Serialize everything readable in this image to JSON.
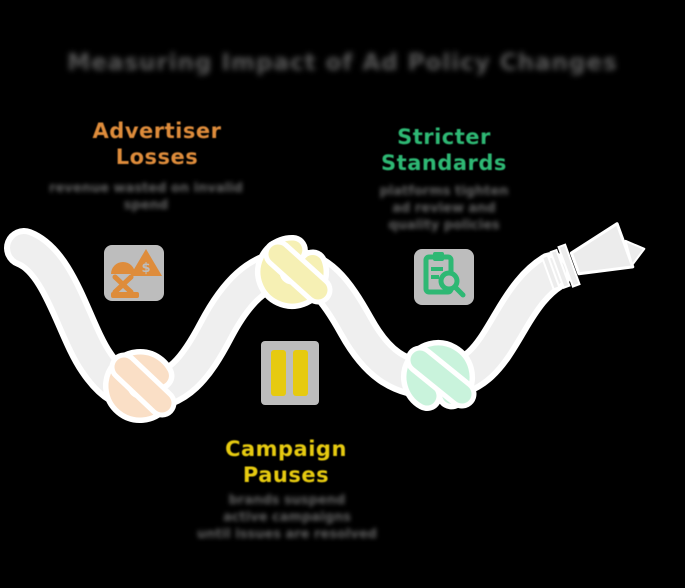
{
  "title": {
    "text": "Measuring Impact of Ad Policy Changes"
  },
  "colors": {
    "background": "#000000",
    "road_fill": "#EFEFEF",
    "road_casing": "#FFFFFF",
    "icon_tile_bg": "#BDBDBD",
    "orange": "#DE8C3B",
    "green": "#2EB874",
    "pause_bar_yellow": "#EFD400",
    "yellow_heading": "#E6CA10",
    "knot_peach": "#FADFC6",
    "knot_yellow": "#F6F0B4",
    "knot_mint": "#C9F3DC",
    "title_text": "#595959",
    "description_text": "#606060"
  },
  "milestones": [
    {
      "id": "advertiser-losses",
      "heading_lines": [
        "Advertiser",
        "Losses"
      ],
      "color": "#DE8C3B",
      "desc_lines": [
        "revenue wasted on invalid",
        "spend",
        ""
      ],
      "icon": "money-loss-warning-icon",
      "knot_color": "#FADFC6"
    },
    {
      "id": "stricter-standards",
      "heading_lines": [
        "Stricter",
        "Standards"
      ],
      "color": "#2EB874",
      "desc_lines": [
        "platforms tighten",
        "ad review and",
        "quality policies"
      ],
      "icon": "clipboard-magnifier-icon",
      "knot_color": "#C9F3DC"
    },
    {
      "id": "campaign-pauses",
      "heading_lines": [
        "Campaign",
        "Pauses"
      ],
      "color": "#E6CA10",
      "desc_lines": [
        "brands suspend",
        "active campaigns",
        "until issues are resolved"
      ],
      "icon": "pause-icon",
      "knot_color": "#F6F0B4"
    }
  ],
  "road": {
    "style": "winding-path",
    "end": "striped-arrow-up-right",
    "dollar_glyph": "$"
  }
}
